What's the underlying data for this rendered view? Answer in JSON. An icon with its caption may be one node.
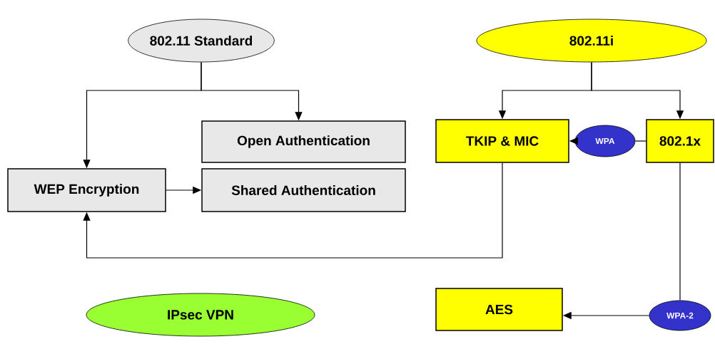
{
  "diagram": {
    "nodes": [
      {
        "text": [
          "802.11 Standard"
        ]
      },
      {
        "text": [
          "802.11i"
        ]
      },
      {
        "text": [
          "Open Authentication"
        ]
      },
      {
        "text": [
          "WEP Encryption"
        ]
      },
      {
        "text": [
          "Shared Authentication"
        ]
      },
      {
        "text": [
          "TKIP & MIC"
        ]
      },
      {
        "text": [
          "WPA"
        ]
      },
      {
        "text": [
          "802.1x"
        ]
      },
      {
        "text": [
          "IPsec VPN"
        ]
      },
      {
        "text": [
          "AES"
        ]
      },
      {
        "text": [
          "WPA-2"
        ]
      }
    ],
    "edges": [
      {
        "from": 0,
        "to": 3,
        "arrow": "to"
      },
      {
        "from": 0,
        "to": 2,
        "arrow": "to"
      },
      {
        "from": 3,
        "to": 4,
        "arrow": "to"
      },
      {
        "from": 5,
        "to": 3,
        "arrow": "to"
      },
      {
        "from": 1,
        "to": 5,
        "arrow": "to"
      },
      {
        "from": 1,
        "to": 7,
        "arrow": "to"
      },
      {
        "from": 7,
        "to": 6,
        "arrow": "none"
      },
      {
        "from": 6,
        "to": 5,
        "arrow": "to"
      },
      {
        "from": 7,
        "to": 10,
        "arrow": "none"
      },
      {
        "from": 10,
        "to": 9,
        "arrow": "to"
      }
    ]
  }
}
